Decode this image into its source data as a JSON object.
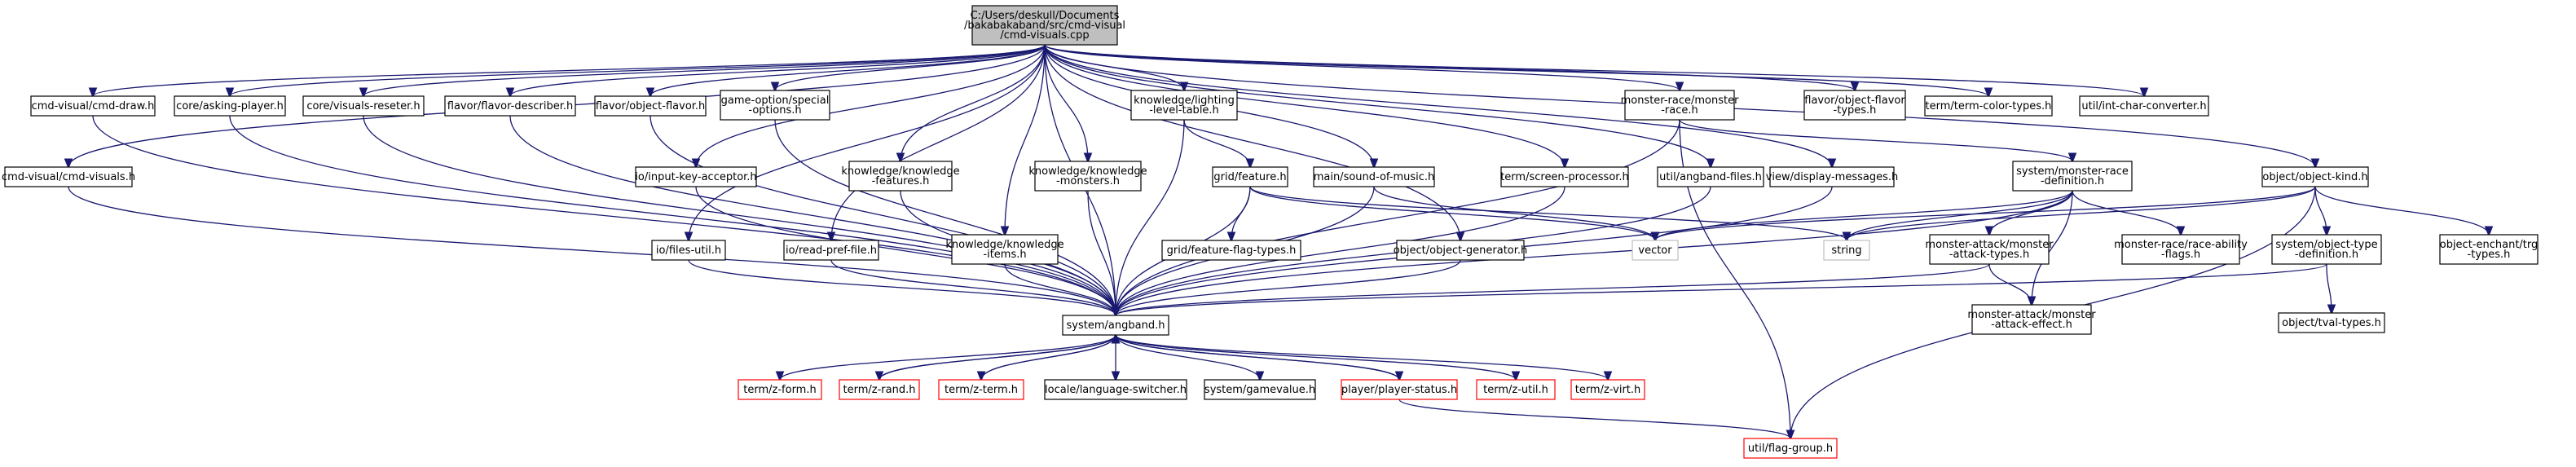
{
  "graph": {
    "edge_color": "#191970",
    "nodes": [
      {
        "id": "root",
        "lines": [
          "C:/Users/deskull/Documents",
          "/bakabakaband/src/cmd-visual",
          "/cmd-visuals.cpp"
        ],
        "style": "root"
      },
      {
        "id": "cmd_draw",
        "lines": [
          "cmd-visual/cmd-draw.h"
        ]
      },
      {
        "id": "asking_player",
        "lines": [
          "core/asking-player.h"
        ]
      },
      {
        "id": "visuals_reseter",
        "lines": [
          "core/visuals-reseter.h"
        ]
      },
      {
        "id": "flavor_describer",
        "lines": [
          "flavor/flavor-describer.h"
        ]
      },
      {
        "id": "object_flavor",
        "lines": [
          "flavor/object-flavor.h"
        ]
      },
      {
        "id": "special_options",
        "lines": [
          "game-option/special",
          "-options.h"
        ]
      },
      {
        "id": "lighting_level",
        "lines": [
          "knowledge/lighting",
          "-level-table.h"
        ]
      },
      {
        "id": "monster_race_h",
        "lines": [
          "monster-race/monster",
          "-race.h"
        ]
      },
      {
        "id": "object_flavor_types",
        "lines": [
          "flavor/object-flavor",
          "-types.h"
        ]
      },
      {
        "id": "term_color_types",
        "lines": [
          "term/term-color-types.h"
        ]
      },
      {
        "id": "int_char_converter",
        "lines": [
          "util/int-char-converter.h"
        ]
      },
      {
        "id": "cmd_visuals_h",
        "lines": [
          "cmd-visual/cmd-visuals.h"
        ]
      },
      {
        "id": "input_key_acceptor",
        "lines": [
          "io/input-key-acceptor.h"
        ]
      },
      {
        "id": "knowledge_features",
        "lines": [
          "knowledge/knowledge",
          "-features.h"
        ]
      },
      {
        "id": "knowledge_monsters",
        "lines": [
          "knowledge/knowledge",
          "-monsters.h"
        ]
      },
      {
        "id": "grid_feature",
        "lines": [
          "grid/feature.h"
        ]
      },
      {
        "id": "sound_of_music",
        "lines": [
          "main/sound-of-music.h"
        ]
      },
      {
        "id": "screen_processor",
        "lines": [
          "term/screen-processor.h"
        ]
      },
      {
        "id": "angband_files",
        "lines": [
          "util/angband-files.h"
        ]
      },
      {
        "id": "display_messages",
        "lines": [
          "view/display-messages.h"
        ]
      },
      {
        "id": "monster_race_definition",
        "lines": [
          "system/monster-race",
          "-definition.h"
        ]
      },
      {
        "id": "object_kind",
        "lines": [
          "object/object-kind.h"
        ]
      },
      {
        "id": "files_util",
        "lines": [
          "io/files-util.h"
        ]
      },
      {
        "id": "read_pref_file",
        "lines": [
          "io/read-pref-file.h"
        ]
      },
      {
        "id": "knowledge_items",
        "lines": [
          "knowledge/knowledge",
          "-items.h"
        ]
      },
      {
        "id": "feature_flag_types",
        "lines": [
          "grid/feature-flag-types.h"
        ]
      },
      {
        "id": "object_generator",
        "lines": [
          "object/object-generator.h"
        ]
      },
      {
        "id": "vector",
        "lines": [
          "vector"
        ],
        "style": "gray"
      },
      {
        "id": "string",
        "lines": [
          "string"
        ],
        "style": "gray"
      },
      {
        "id": "monster_attack_types",
        "lines": [
          "monster-attack/monster",
          "-attack-types.h"
        ]
      },
      {
        "id": "race_ability_flags",
        "lines": [
          "monster-race/race-ability",
          "-flags.h"
        ]
      },
      {
        "id": "object_type_definition",
        "lines": [
          "system/object-type",
          "-definition.h"
        ]
      },
      {
        "id": "object_enchant_trg",
        "lines": [
          "object-enchant/trg",
          "-types.h"
        ]
      },
      {
        "id": "system_angband",
        "lines": [
          "system/angband.h"
        ]
      },
      {
        "id": "monster_attack_effect",
        "lines": [
          "monster-attack/monster",
          "-attack-effect.h"
        ]
      },
      {
        "id": "tval_types",
        "lines": [
          "object/tval-types.h"
        ]
      },
      {
        "id": "z_form",
        "lines": [
          "term/z-form.h"
        ],
        "style": "red"
      },
      {
        "id": "z_rand",
        "lines": [
          "term/z-rand.h"
        ],
        "style": "red"
      },
      {
        "id": "z_term",
        "lines": [
          "term/z-term.h"
        ],
        "style": "red"
      },
      {
        "id": "language_switcher",
        "lines": [
          "locale/language-switcher.h"
        ]
      },
      {
        "id": "gamevalue",
        "lines": [
          "system/gamevalue.h"
        ]
      },
      {
        "id": "player_status",
        "lines": [
          "player/player-status.h"
        ],
        "style": "red"
      },
      {
        "id": "z_util",
        "lines": [
          "term/z-util.h"
        ],
        "style": "red"
      },
      {
        "id": "z_virt",
        "lines": [
          "term/z-virt.h"
        ],
        "style": "red"
      },
      {
        "id": "flag_group",
        "lines": [
          "util/flag-group.h"
        ],
        "style": "red"
      }
    ],
    "edges": [
      [
        "root",
        "cmd_draw"
      ],
      [
        "root",
        "asking_player"
      ],
      [
        "root",
        "visuals_reseter"
      ],
      [
        "root",
        "flavor_describer"
      ],
      [
        "root",
        "object_flavor"
      ],
      [
        "root",
        "special_options"
      ],
      [
        "root",
        "lighting_level"
      ],
      [
        "root",
        "monster_race_h"
      ],
      [
        "root",
        "object_flavor_types"
      ],
      [
        "root",
        "term_color_types"
      ],
      [
        "root",
        "int_char_converter"
      ],
      [
        "root",
        "cmd_visuals_h"
      ],
      [
        "root",
        "input_key_acceptor"
      ],
      [
        "root",
        "knowledge_features"
      ],
      [
        "root",
        "knowledge_monsters"
      ],
      [
        "root",
        "sound_of_music"
      ],
      [
        "root",
        "screen_processor"
      ],
      [
        "root",
        "angband_files"
      ],
      [
        "root",
        "display_messages"
      ],
      [
        "root",
        "object_kind"
      ],
      [
        "root",
        "files_util"
      ],
      [
        "root",
        "read_pref_file"
      ],
      [
        "root",
        "knowledge_items"
      ],
      [
        "root",
        "object_generator"
      ],
      [
        "root",
        "system_angband"
      ],
      [
        "cmd_draw",
        "system_angband"
      ],
      [
        "asking_player",
        "system_angband"
      ],
      [
        "visuals_reseter",
        "system_angband"
      ],
      [
        "flavor_describer",
        "system_angband"
      ],
      [
        "object_flavor",
        "system_angband"
      ],
      [
        "special_options",
        "system_angband"
      ],
      [
        "cmd_visuals_h",
        "system_angband"
      ],
      [
        "input_key_acceptor",
        "system_angband"
      ],
      [
        "knowledge_features",
        "system_angband"
      ],
      [
        "knowledge_monsters",
        "system_angband"
      ],
      [
        "lighting_level",
        "system_angband"
      ],
      [
        "lighting_level",
        "grid_feature"
      ],
      [
        "grid_feature",
        "feature_flag_types"
      ],
      [
        "grid_feature",
        "system_angband"
      ],
      [
        "grid_feature",
        "vector"
      ],
      [
        "grid_feature",
        "string"
      ],
      [
        "sound_of_music",
        "system_angband"
      ],
      [
        "sound_of_music",
        "vector"
      ],
      [
        "screen_processor",
        "system_angband"
      ],
      [
        "angband_files",
        "system_angband"
      ],
      [
        "display_messages",
        "system_angband"
      ],
      [
        "monster_race_h",
        "monster_race_definition"
      ],
      [
        "monster_race_h",
        "system_angband"
      ],
      [
        "monster_race_h",
        "flag_group"
      ],
      [
        "monster_race_definition",
        "vector"
      ],
      [
        "monster_race_definition",
        "string"
      ],
      [
        "monster_race_definition",
        "system_angband"
      ],
      [
        "monster_race_definition",
        "monster_attack_types"
      ],
      [
        "monster_race_definition",
        "race_ability_flags"
      ],
      [
        "monster_race_definition",
        "monster_attack_effect"
      ],
      [
        "monster_attack_types",
        "system_angband"
      ],
      [
        "monster_attack_types",
        "monster_attack_effect"
      ],
      [
        "object_kind",
        "vector"
      ],
      [
        "object_kind",
        "string"
      ],
      [
        "object_kind",
        "object_type_definition"
      ],
      [
        "object_kind",
        "object_enchant_trg"
      ],
      [
        "object_kind",
        "flag_group"
      ],
      [
        "object_type_definition",
        "system_angband"
      ],
      [
        "object_type_definition",
        "tval_types"
      ],
      [
        "files_util",
        "system_angband"
      ],
      [
        "read_pref_file",
        "system_angband"
      ],
      [
        "knowledge_items",
        "system_angband"
      ],
      [
        "object_generator",
        "system_angband"
      ],
      [
        "system_angband",
        "z_form"
      ],
      [
        "system_angband",
        "z_rand"
      ],
      [
        "system_angband",
        "z_term"
      ],
      [
        "system_angband",
        "language_switcher"
      ],
      [
        "system_angband",
        "gamevalue"
      ],
      [
        "system_angband",
        "player_status"
      ],
      [
        "system_angband",
        "z_util"
      ],
      [
        "system_angband",
        "z_virt"
      ],
      [
        "z_rand",
        "system_angband"
      ],
      [
        "z_term",
        "system_angband"
      ],
      [
        "player_status",
        "system_angband"
      ],
      [
        "player_status",
        "flag_group"
      ]
    ]
  }
}
